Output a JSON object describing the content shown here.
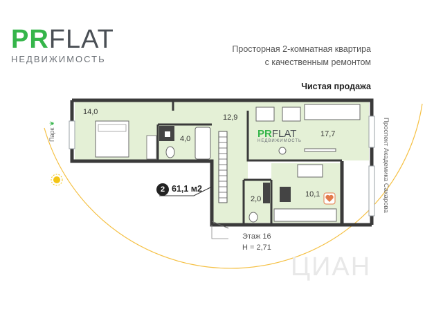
{
  "logo": {
    "pr": "PR",
    "flat": "FLAT",
    "subtitle": "НЕДВИЖИМОСТЬ"
  },
  "header": {
    "description_line1": "Просторная 2-комнатная квартира",
    "description_line2": "с качественным ремонтом",
    "sale_type": "Чистая продажа"
  },
  "plan": {
    "rooms": [
      {
        "area": "14,0"
      },
      {
        "area": "4,0"
      },
      {
        "area": "12,9"
      },
      {
        "area": "17,7"
      },
      {
        "area": "2,0"
      },
      {
        "area": "10,1"
      }
    ],
    "rooms_count": "2",
    "total_area": "61,1 м2",
    "floor": "Этаж 16",
    "ceiling": "H = 2,71",
    "inner_logo_pr": "PR",
    "inner_logo_flat": "FLAT",
    "inner_logo_sub": "НЕДВИЖИМОСТЬ"
  },
  "surroundings": {
    "street": "Проспект Академика Сахарова",
    "park": "Парк"
  },
  "watermark": "ЦИАН",
  "colors": {
    "room_fill": "#e4f0d6",
    "wall": "#3a3a3a",
    "accent": "#35b54a",
    "sun": "#f3c515",
    "arc": "#f5c043"
  }
}
